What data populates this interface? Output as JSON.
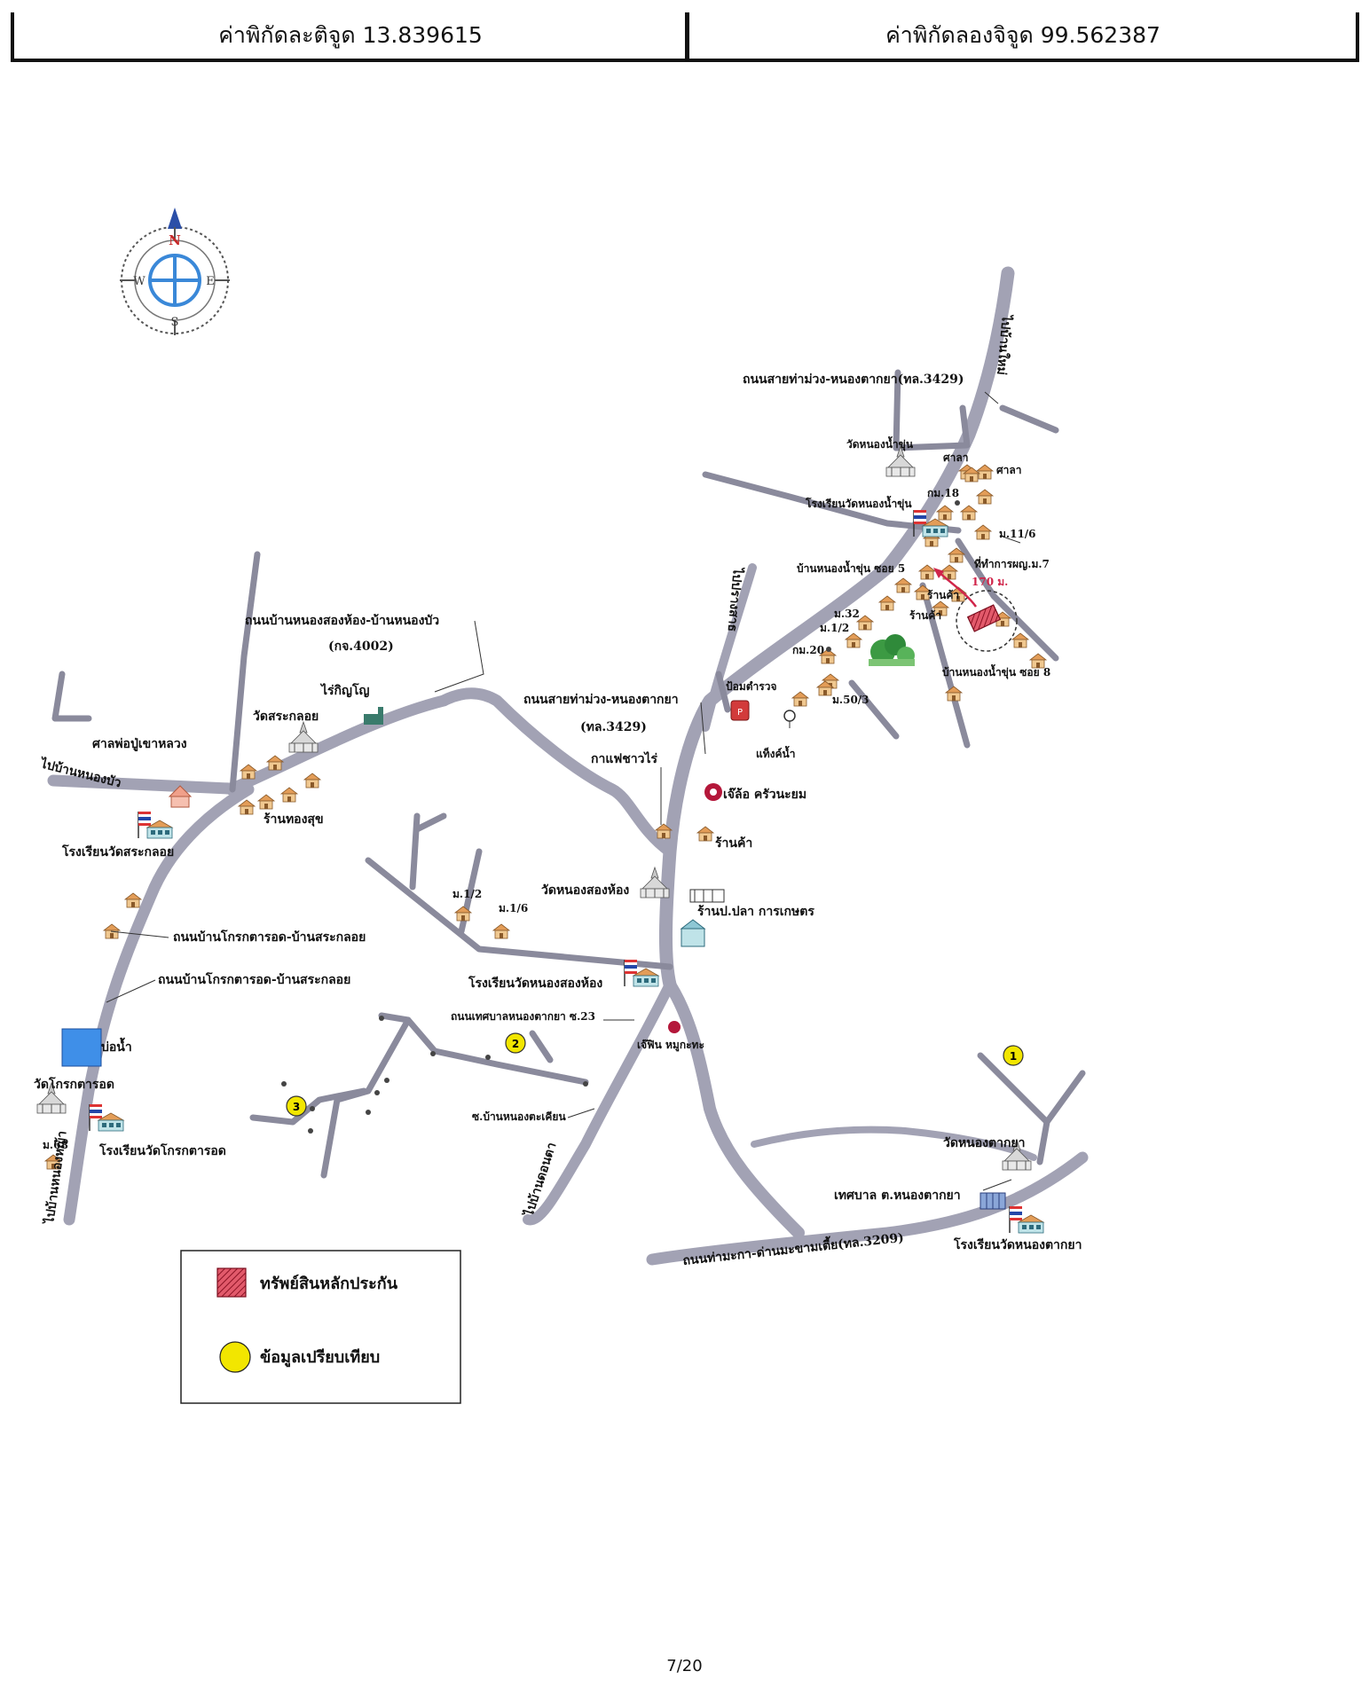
{
  "header": {
    "latitude_label": "ค่าพิกัดละติจูด 13.839615",
    "longitude_label": "ค่าพิกัดลองจิจูด 99.562387"
  },
  "compass": {
    "n": "N",
    "s": "S",
    "e": "E",
    "w": "W"
  },
  "labels": {
    "to_ban_mai": "ไปบ้านใหม่",
    "road_3429_top": "ถนนสายท่าม่วง-หนองตากยา(ทล.3429)",
    "wat_nong_nam_khun": "วัดหนองน้ำขุ่น",
    "sala1": "ศาลา",
    "sala2": "ศาลา",
    "km18": "กม.18",
    "school_nong_nam_khun": "โรงเรียนวัดหนองน้ำขุ่น",
    "m11_6": "ม.11/6",
    "ban_nong_nam_khun_soi5": "บ้านหนองน้ำขุ่น ซอย 5",
    "village_office": "ที่ทำการผญ.ม.7",
    "distance": "170 ม.",
    "shop1": "ร้านค้า",
    "shop2": "ร้านค้า",
    "m32": "ม.32",
    "m1_2_top": "ม.1/2",
    "km20": "กม.20",
    "ban_nong_nam_khun_soi8": "บ้านหนองน้ำขุ่น ซอย 8",
    "to_prangsat": "ไปปรางสาธ",
    "police_box": "ป้อมตำรวจ",
    "m50_3": "ม.50/3",
    "water_tank": "แท็งค์น้ำ",
    "road_4002": "ถนนบ้านหนองสองห้อง-บ้านหนองบัว",
    "road_4002_code": "(กจ.4002)",
    "rai_kinyo": "ไร่กิญโญ",
    "wat_sra_kloy": "วัดสระกลอย",
    "road_3429_mid": "ถนนสายท่าม่วง-หนองตากยา",
    "road_3429_mid_code": "(ทล.3429)",
    "kafe_chaorai": "กาแฟชาวไร่",
    "sala_por_pu": "ศาลพ่อปู่เขาหลวง",
    "to_nong_bua": "ไปบ้านหนองบัว",
    "shop_thongsuk": "ร้านทองสุข",
    "jelor": "เจ๊ล้อ ครัวนะยม",
    "school_sra_kloy": "โรงเรียนวัดสระกลอย",
    "shop3": "ร้านค้า",
    "m1_2": "ม.1/2",
    "m1_6": "ม.1/6",
    "wat_nong_song_hong": "วัดหนองสองห้อง",
    "shop_pla": "ร้านป.ปลา การเกษตร",
    "road_krok_1": "ถนนบ้านโกรกตารอด-บ้านสระกลอย",
    "road_krok_2": "ถนนบ้านโกรกตารอด-บ้านสระกลอย",
    "school_nong_song_hong": "โรงเรียนวัดหนองสองห้อง",
    "road_soi23": "ถนนเทศบาลหนองตากยา ซ.23",
    "jefin": "เจ๊ฟิน หมูกะทะ",
    "pond": "บ่อน้ำ",
    "wat_krok_tarot": "วัดโกรกตารอด",
    "soi_nong_takhian": "ซ.บ้านหนองตะเคียน",
    "m68": "ม.68",
    "school_krok_tarot": "โรงเรียนวัดโกรกตารอด",
    "to_bottom_left": "ไปบ้านหนองหญ้า",
    "to_bottom_mid": "ไปบ้านดอนตา",
    "wat_nong_takya": "วัดหนองตากยา",
    "municipality": "เทศบาล ต.หนองตากยา",
    "school_nong_takya": "โรงเรียนวัดหนองตากยา",
    "road_3209": "ถนนท่ามะกา-ด่านมะขามเตี้ย(ทล.3209)"
  },
  "markers": {
    "c1": "1",
    "c2": "2",
    "c3": "3"
  },
  "legend": {
    "collateral": "ทรัพย์สินหลักประกัน",
    "comparison": "ข้อมูลเปรียบเทียบ"
  },
  "colors": {
    "road": "#a2a2b4",
    "house": "#e0a060",
    "collateral": "#c0243c",
    "comparison": "#f2e600",
    "pond": "#3f8fe8"
  },
  "footer": {
    "page": "7/20"
  }
}
